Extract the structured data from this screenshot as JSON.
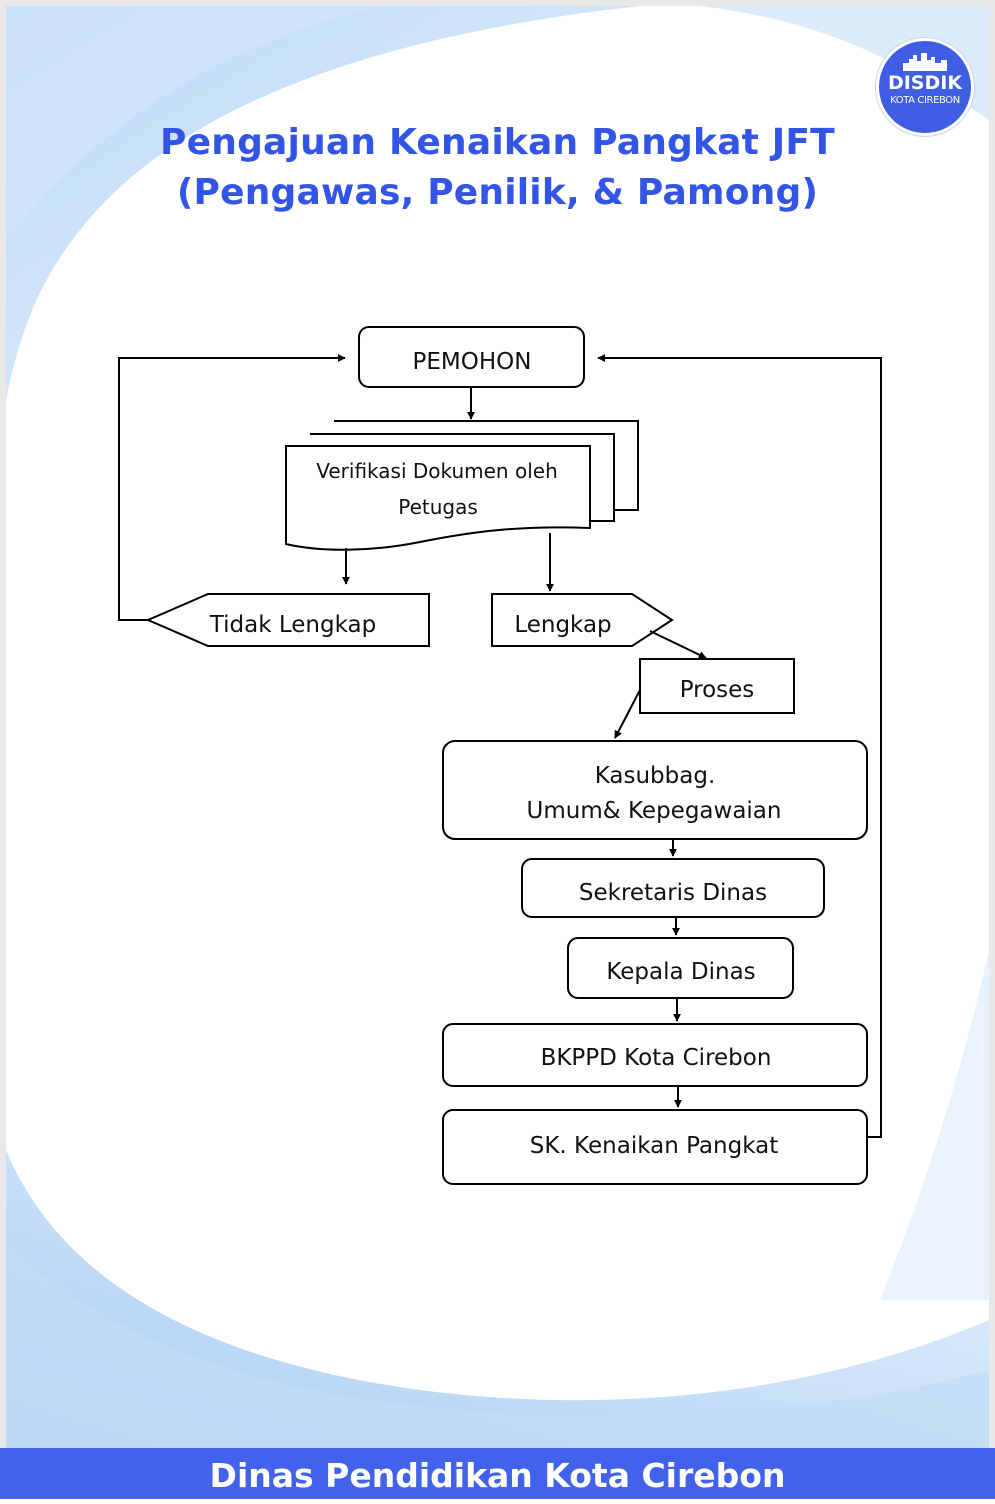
{
  "header": {
    "title_line1": "Pengajuan Kenaikan Pangkat JFT",
    "title_line2": "(Pengawas, Penilik, & Pamong)"
  },
  "logo": {
    "line1": "DISDIK",
    "line2": "KOTA CIREBON"
  },
  "flowchart": {
    "pemohon": "PEMOHON",
    "verifikasi_line1": "Verifikasi Dokumen oleh",
    "verifikasi_line2": "Petugas",
    "tidak_lengkap": "Tidak Lengkap",
    "lengkap": "Lengkap",
    "proses": "Proses",
    "kasubbag_line1": "Kasubbag.",
    "kasubbag_line2": "Umum& Kepegawaian",
    "sekretaris": "Sekretaris Dinas",
    "kepala": "Kepala Dinas",
    "bkppd": "BKPPD Kota Cirebon",
    "sk": "SK. Kenaikan Pangkat"
  },
  "footer": {
    "text": "Dinas Pendidikan Kota Cirebon"
  },
  "colors": {
    "brand_blue": "#3355e6",
    "footer_blue": "#4262ec",
    "wave_light": "#d9ebfb"
  }
}
